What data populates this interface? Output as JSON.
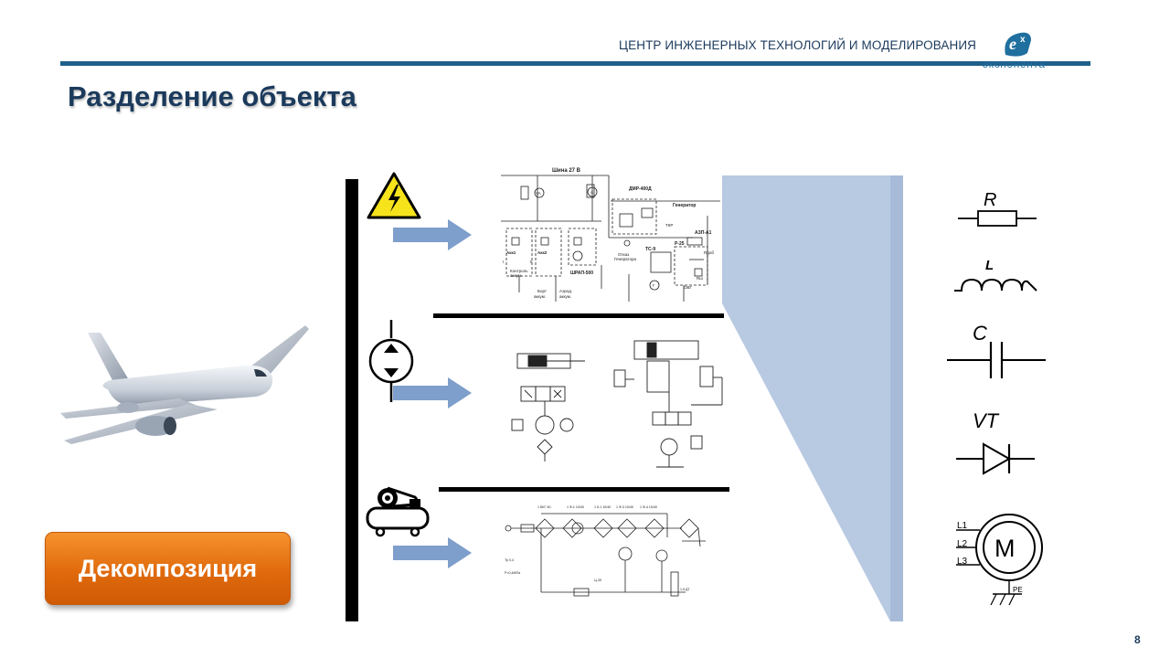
{
  "header": {
    "org_name": "ЦЕНТР ИНЖЕНЕРНЫХ ТЕХНОЛОГИЙ И МОДЕЛИРОВАНИЯ",
    "logo_text": "экспонента",
    "brand_color": "#1f5f8b"
  },
  "title": "Разделение объекта",
  "decomposition_label": "Декомпозиция",
  "page_number": "8",
  "electrical_schematic": {
    "bus_label": "Шина 27 В",
    "labels": [
      "VA",
      "A",
      "ДМР-400Д",
      "Генератор",
      "ТКР",
      "АЗП-А1",
      "Акк1",
      "Акк2",
      "Контроль аккум.",
      "Отказ Генератора",
      "ТС-9",
      "Р-25",
      "ШРАП-500",
      "Борт аккум.",
      "Аэрод. аккум.",
      "Г",
      "ОВГ",
      "I",
      "II",
      "Rдоб",
      "Rш"
    ]
  },
  "pneumatic_schematic": {
    "labels": [
      "1 БКГ 40-",
      "1 Ф-1 10/40",
      "1 К-1 10/40",
      "1 Ф-3 10/40",
      "1 Ф-4 10/40",
      "Тр 0,4",
      "Р=0,4МПа",
      "Ц-35",
      "1,5 ДТ"
    ]
  },
  "symbols": {
    "resistor": "R",
    "inductor": "L",
    "capacitor": "C",
    "transistor": "VT",
    "motor": "M",
    "motor_phases": [
      "L1",
      "L2",
      "L3"
    ],
    "motor_ground": "PE"
  },
  "colors": {
    "arrow": "#7e9ecb",
    "panel": "#b8c9e2",
    "button": "#e8731a",
    "title": "#1b3a5c"
  }
}
